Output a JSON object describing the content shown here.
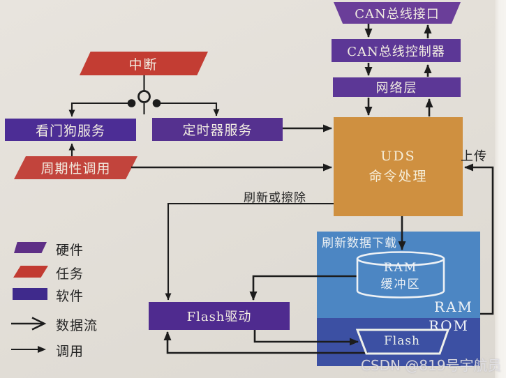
{
  "figure": {
    "nodes": {
      "can_interface": "CAN总线接口",
      "can_controller": "CAN总线控制器",
      "network_layer": "网络层",
      "uds_line1": "UDS",
      "uds_line2": "命令处理",
      "interrupt": "中断",
      "watchdog": "看门狗服务",
      "timer": "定时器服务",
      "periodic": "周期性调用",
      "flash_driver": "Flash驱动",
      "download_area": "刷新数据下载",
      "ram_buffer_line1": "RAM",
      "ram_buffer_line2": "缓冲区",
      "ram_label": "RAM",
      "rom_label": "ROM",
      "flash": "Flash"
    },
    "edge_labels": {
      "upload": "上传",
      "flush_or_erase": "刷新或擦除"
    },
    "legend": [
      {
        "label": "硬件",
        "shape": "trapezoid",
        "color": "#5e2f86"
      },
      {
        "label": "任务",
        "shape": "parallelogram",
        "color": "#c23b32"
      },
      {
        "label": "软件",
        "shape": "rectangle",
        "color": "#3f2a8c"
      },
      {
        "label": "数据流",
        "shape": "thick-arrow",
        "color": "#1c1c1c"
      },
      {
        "label": "调用",
        "shape": "thin-arrow",
        "color": "#1c1c1c"
      }
    ],
    "colors": {
      "hardware_purple": "#6a3e99",
      "software_purple": "#53318f",
      "task_red": "#c23b32",
      "uds_orange": "#cf9040",
      "ram_area_blue": "#4c86c3",
      "rom_area_blue": "#3c50a3",
      "page_background": "#e3dfd8",
      "connector_black": "#1c1c1c"
    }
  },
  "watermark": "CSDN @819号宇航员"
}
